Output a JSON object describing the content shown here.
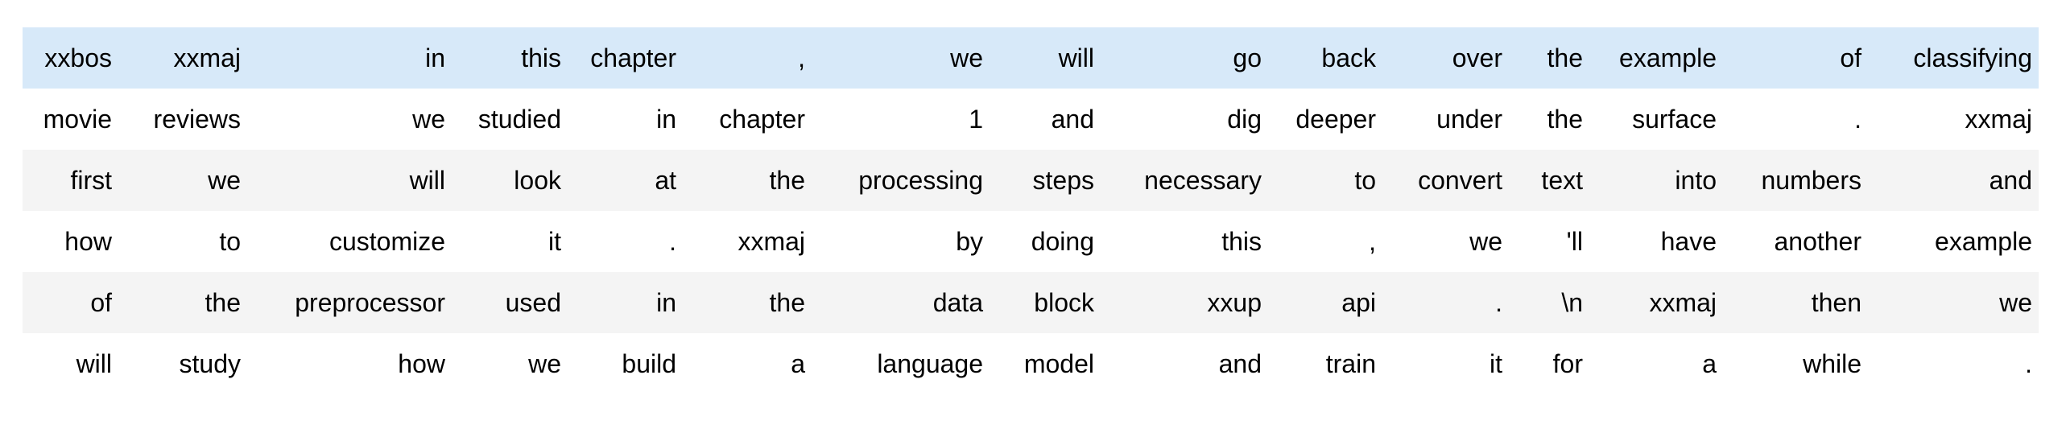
{
  "colors": {
    "highlight_row_bg": "#d7e9f9",
    "stripe_row_bg": "#f4f4f4",
    "plain_row_bg": "#ffffff",
    "text": "#000000",
    "page_bg": "#ffffff"
  },
  "table": {
    "rows": [
      [
        "xxbos",
        "xxmaj",
        "in",
        "this",
        "chapter",
        ",",
        "we",
        "will",
        "go",
        "back",
        "over",
        "the",
        "example",
        "of",
        "classifying"
      ],
      [
        "movie",
        "reviews",
        "we",
        "studied",
        "in",
        "chapter",
        "1",
        "and",
        "dig",
        "deeper",
        "under",
        "the",
        "surface",
        ".",
        "xxmaj"
      ],
      [
        "first",
        "we",
        "will",
        "look",
        "at",
        "the",
        "processing",
        "steps",
        "necessary",
        "to",
        "convert",
        "text",
        "into",
        "numbers",
        "and"
      ],
      [
        "how",
        "to",
        "customize",
        "it",
        ".",
        "xxmaj",
        "by",
        "doing",
        "this",
        ",",
        "we",
        "'ll",
        "have",
        "another",
        "example"
      ],
      [
        "of",
        "the",
        "preprocessor",
        "used",
        "in",
        "the",
        "data",
        "block",
        "xxup",
        "api",
        ".",
        "\\n",
        "xxmaj",
        "then",
        "we"
      ],
      [
        "will",
        "study",
        "how",
        "we",
        "build",
        "a",
        "language",
        "model",
        "and",
        "train",
        "it",
        "for",
        "a",
        "while",
        "."
      ]
    ]
  }
}
